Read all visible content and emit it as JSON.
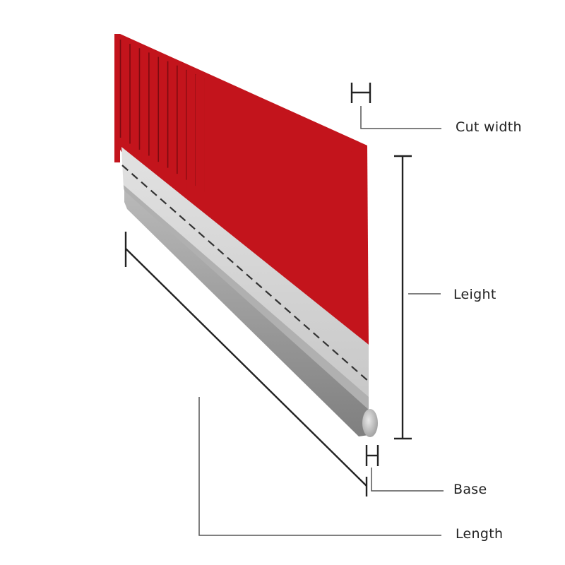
{
  "labels": {
    "cut_width": "Cut width",
    "leight": "Leight",
    "base": "Base",
    "length": "Length"
  },
  "colors": {
    "bristle": "#c3141c",
    "bristle_dark": "#7c0a10",
    "strip_light": "#d4d4d4",
    "strip_shadow": "#a7a7a7",
    "base_rod": "#9a9a9a",
    "line": "#222222",
    "leader": "#555555"
  },
  "icons": [
    "cut-width-dimension-icon",
    "base-width-dimension-icon"
  ]
}
